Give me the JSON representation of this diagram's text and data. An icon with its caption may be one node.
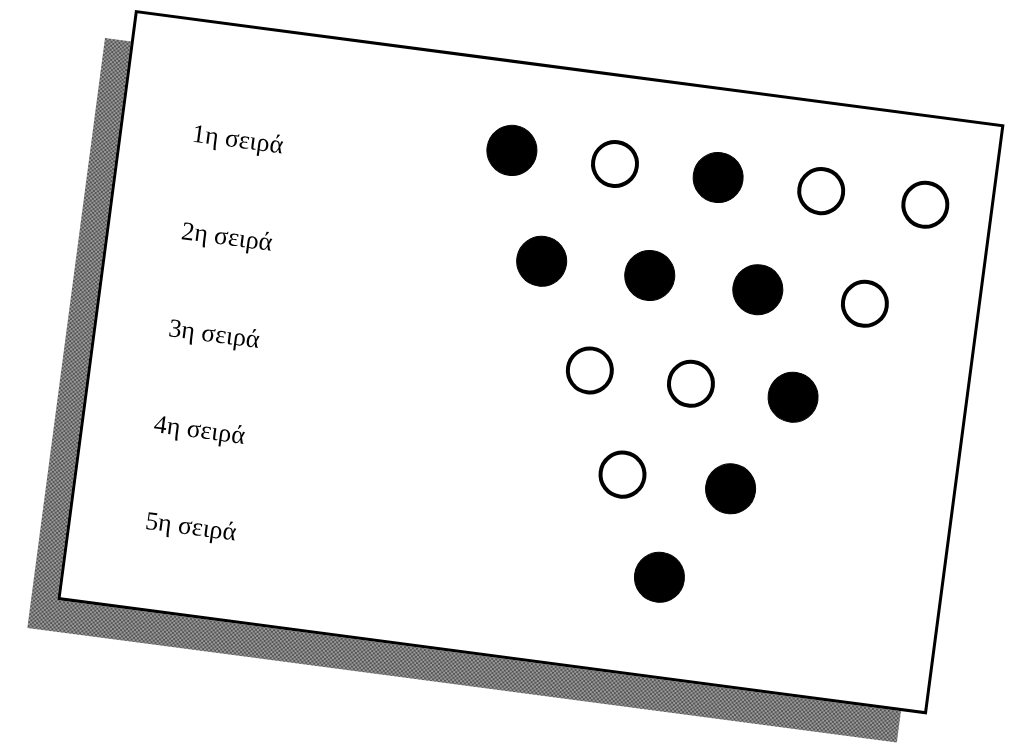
{
  "diagram": {
    "labels": [
      "1η σειρά",
      "2η σειρά",
      "3η σειρά",
      "4η σειρά",
      "5η σειρά"
    ]
  }
}
